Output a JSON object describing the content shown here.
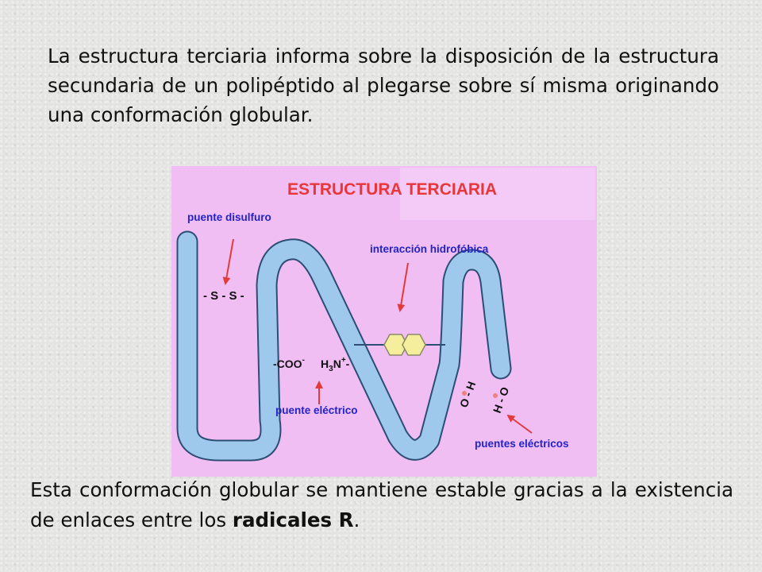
{
  "intro_text": "La estructura terciaria informa sobre la disposición de la estructura secundaria de un polipéptido al plegarse sobre sí misma originando una conformación globular.",
  "outro": {
    "before": "Esta conformación globular se mantiene estable gracias a la existencia de enlaces entre los ",
    "bold": "radicales R",
    "after": "."
  },
  "diagram": {
    "title": "ESTRUCTURA  TERCIARIA",
    "labels": {
      "disulfide_bridge": "puente disulfuro",
      "hydrophobic": "interacción hidrofóbica",
      "electric_bridge": "puente eléctrico",
      "electric_bridges": "puentes eléctricos"
    },
    "chem": {
      "ss": "- S - S -",
      "coo": "-COO",
      "coo_charge": "-",
      "h3n_h": "H",
      "h3n_sub": "3",
      "h3n_n": "N",
      "h3n_charge": "+",
      "h3n_tail": "-",
      "oh_o": "O",
      "oh_h": "H",
      "oh_bond": "-",
      "oh2_o": "O",
      "oh2_h": "H",
      "oh2_bond": "-"
    },
    "colors": {
      "background": "#f1bef4",
      "chain_fill": "#9ec9ec",
      "chain_stroke": "#2d4e74",
      "title": "#e8373a",
      "label": "#2323c8",
      "arrow": "#e33b3b",
      "hexagon": "#f5ee9c"
    }
  }
}
